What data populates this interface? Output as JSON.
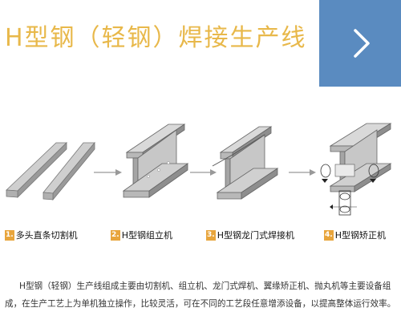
{
  "header": {
    "title": "H型钢（轻钢）焊接生产线",
    "next_icon": "chevron-right-icon",
    "accent_color": "#e8b84a",
    "box_color": "#5a8bc0"
  },
  "steps": [
    {
      "number": "1.",
      "label": "多头直条切割机"
    },
    {
      "number": "2.",
      "label": "H型钢组立机"
    },
    {
      "number": "3.",
      "label": "H型钢龙门式焊接机"
    },
    {
      "number": "4.",
      "label": "H型钢矫正机"
    }
  ],
  "description": "H型钢（轻钢）生产线组成主要由切割机、组立机、龙门式焊机、翼缘矫正机、抛丸机等主要设备组成，在生产工艺上为单机独立操作，比较灵活，可在不同的工艺段任意增添设备，以提高整体运行效率。"
}
